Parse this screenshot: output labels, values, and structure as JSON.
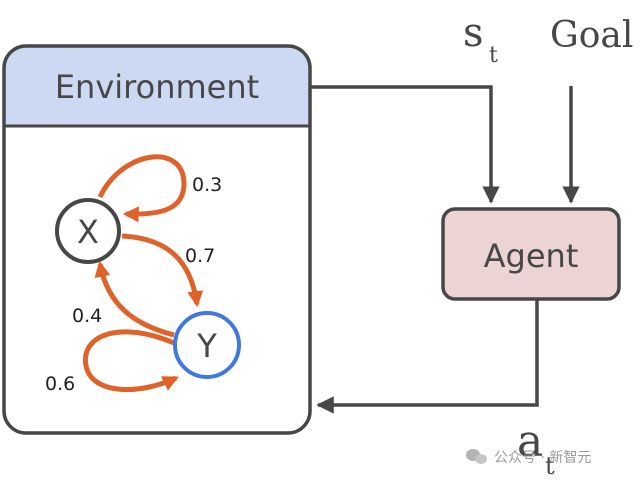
{
  "environment": {
    "title": "Environment"
  },
  "agent": {
    "label": "Agent"
  },
  "inputs": {
    "state_symbol": "s",
    "state_subscript": "t",
    "goal": "Goal"
  },
  "output": {
    "action_symbol": "a",
    "action_subscript": "t"
  },
  "markov_chain": {
    "states": [
      "X",
      "Y"
    ],
    "transitions": {
      "x_to_x": "0.3",
      "x_to_y": "0.7",
      "y_to_x": "0.4",
      "y_to_y": "0.6"
    }
  },
  "watermark": {
    "text": "公众号 · 新智元"
  },
  "colors": {
    "environment_header": "#cdd9f3",
    "agent_fill": "#ecd4d4",
    "arrow_orange": "#e0622b",
    "state_y_border": "#3f78e0",
    "stroke_dark": "#474747"
  }
}
